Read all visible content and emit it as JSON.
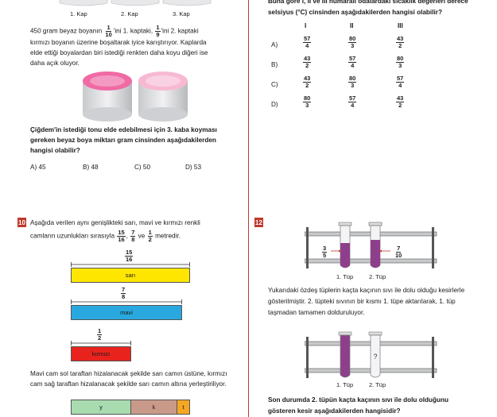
{
  "left": {
    "jar_labels": [
      "1. Kap",
      "2. Kap",
      "3. Kap"
    ],
    "q9": {
      "text1_a": "450 gram beyaz boyanın",
      "f1": {
        "num": "1",
        "den": "10"
      },
      "text1_b": "'ini 1. kaptaki,",
      "f2": {
        "num": "1",
        "den": "9"
      },
      "text1_c": "'ini 2. kaptaki",
      "line2": "kırmızı boyanın üzerine boşaltarak iyice karıştırıyor. Kaplarda",
      "line3": "elde ettiği boyalardan biri istediği renkten daha koyu diğeri ise",
      "line4": "daha açık oluyor.",
      "q_line1": "Çiğdem'in istediği tonu elde edebilmesi için 3. kaba koyması",
      "q_line2": "gereken beyaz boya miktarı gram cinsinden aşağıdakilerden",
      "q_line3": "hangisi olabilir?",
      "options": [
        "A)  45",
        "B)  48",
        "C)  50",
        "D)  53"
      ]
    },
    "q10": {
      "number": "10",
      "line1": "Aşağıda verilen aynı genişlikteki sarı, mavi ve kırmızı renkli",
      "line2_a": "camların uzunlukları sırasıyla",
      "f1": {
        "num": "15",
        "den": "16"
      },
      "f2": {
        "num": "7",
        "den": "8"
      },
      "ve": "ve",
      "f3": {
        "num": "1",
        "den": "2"
      },
      "line2_b": "metredir.",
      "bars": [
        {
          "label": "sarı",
          "num": "15",
          "den": "16",
          "color": "#ffe600"
        },
        {
          "label": "mavi",
          "num": "7",
          "den": "8",
          "color": "#29a8e0"
        },
        {
          "label": "kırmızı",
          "num": "1",
          "den": "2",
          "color": "#e8231e"
        }
      ],
      "line3": "Mavi cam sol taraftan hizalanacak şekilde sarı camın üstüne, kırmızı",
      "line4": "cam sağ taraftan hizalanacak şekilde sarı camın altına yerleştiriliyor.",
      "strip": [
        {
          "label": "y",
          "color": "#a8dbb0"
        },
        {
          "label": "k",
          "color": "#c99a8a"
        },
        {
          "label": "t",
          "color": "#f5a623"
        }
      ]
    }
  },
  "right": {
    "q11": {
      "line1": "Buna göre I, II ve III numaralı odalardaki sıcaklık değerleri derece",
      "line2": "selsiyus (°C) cinsinden aşağıdakilerden hangisi olabilir?",
      "headers": [
        "I",
        "II",
        "III"
      ],
      "rows": [
        {
          "opt": "A)",
          "vals": [
            {
              "num": "57",
              "den": "4"
            },
            {
              "num": "80",
              "den": "3"
            },
            {
              "num": "43",
              "den": "2"
            }
          ]
        },
        {
          "opt": "B)",
          "vals": [
            {
              "num": "43",
              "den": "2"
            },
            {
              "num": "57",
              "den": "4"
            },
            {
              "num": "80",
              "den": "3"
            }
          ]
        },
        {
          "opt": "C)",
          "vals": [
            {
              "num": "43",
              "den": "2"
            },
            {
              "num": "80",
              "den": "3"
            },
            {
              "num": "57",
              "den": "4"
            }
          ]
        },
        {
          "opt": "D)",
          "vals": [
            {
              "num": "80",
              "den": "3"
            },
            {
              "num": "57",
              "den": "4"
            },
            {
              "num": "43",
              "den": "2"
            }
          ]
        }
      ]
    },
    "q12": {
      "number": "12",
      "tube1_frac": {
        "num": "3",
        "den": "5"
      },
      "tube2_frac": {
        "num": "7",
        "den": "10"
      },
      "tube_labels": [
        "1. Tüp",
        "2. Tüp"
      ],
      "line1": "Yukarıdaki özdeş tüplerin kaçta kaçının sıvı ile dolu olduğu kesirlerle",
      "line2": "gösterilmiştir. 2. tüpteki sıvının bir kısmı 1. tüpe aktarılarak, 1. tüp",
      "line3": "taşmadan tamamen dolduruluyor.",
      "q_line1": "Son durumda 2. tüpün kaçta kaçının sıvı ile dolu olduğunu",
      "q_line2": "gösteren kesir aşağıdakilerden hangisidir?"
    }
  }
}
